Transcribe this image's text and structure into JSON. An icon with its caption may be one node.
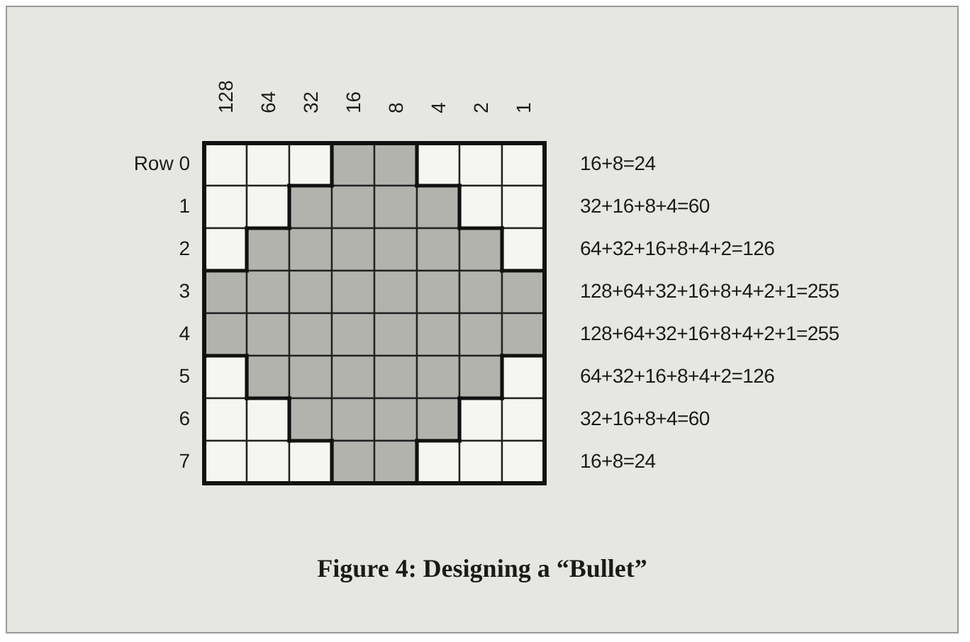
{
  "diagram": {
    "caption": "Figure 4: Designing a “Bullet”",
    "labels": [
      "128",
      "64",
      "32",
      "16",
      "8",
      "4",
      "2",
      "1",
      "Row 0",
      "16+8=24",
      "1",
      "32+16+8+4=60",
      "2",
      "64+32+16+8+4+2=126",
      "3",
      "128+64+32+16+8+4+2+1=255",
      "4",
      "128+64+32+16+8+4+2+1=255",
      "5",
      "64+32+16+8+4+2=126",
      "6",
      "32+16+8+4=60",
      "7",
      "16+8=24"
    ]
  }
}
